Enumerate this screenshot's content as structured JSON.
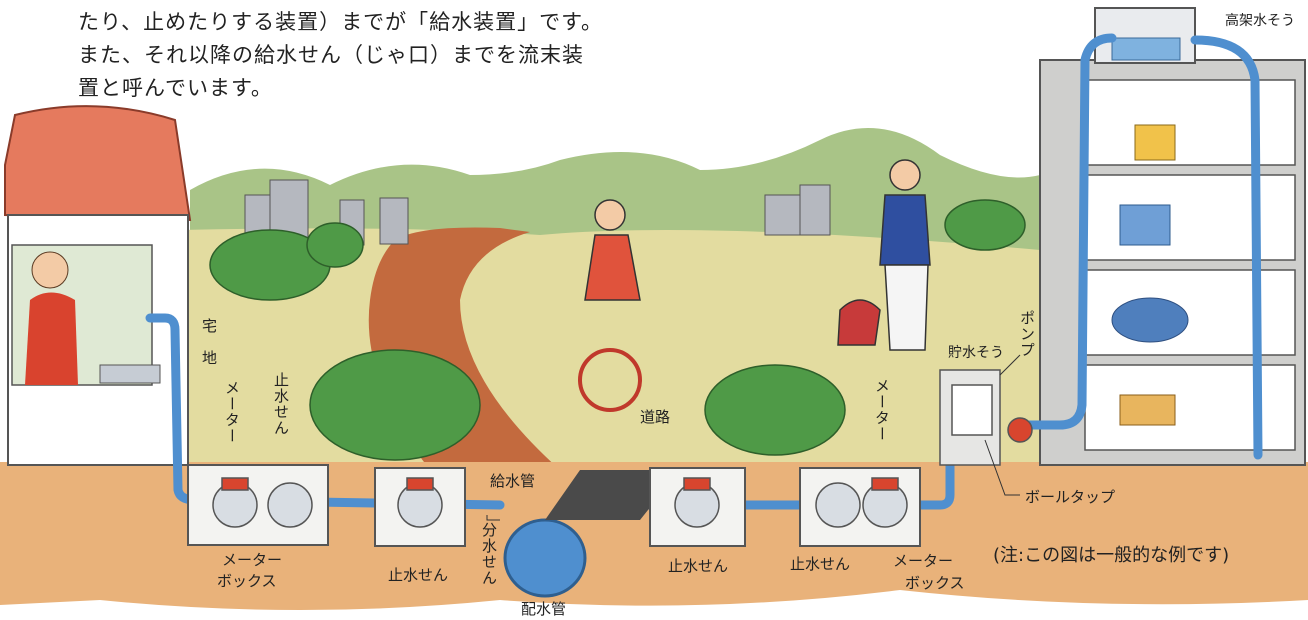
{
  "intro_lines": [
    "たり、止めたりする装置）までが「給水装置」です。",
    "また、それ以降の給水せん（じゃ口）までを流末装",
    "置と呼んでいます。"
  ],
  "labels": {
    "elevated_tank": "高架水そう",
    "residential_land": "宅　地",
    "meter_left": "メーター",
    "stop_valve_left": "止水せん",
    "road": "道路",
    "supply_pipe": "給水管",
    "branch_valve": "分水せん",
    "distribution_main": "配水管",
    "meter_box_left_1": "メーター",
    "meter_box_left_2": "ボックス",
    "stop_valve_bottom_1": "止水せん",
    "stop_valve_bottom_2": "止水せん",
    "stop_valve_bottom_3": "止水せん",
    "meter_box_right_1": "メーター",
    "meter_box_right_2": "ボックス",
    "meter_right": "メーター",
    "storage_tank": "貯水そう",
    "pump": "ポンプ",
    "ball_tap": "ボールタップ",
    "note": "(注:この図は一般的な例です)"
  },
  "colors": {
    "pipe": "#4f8fcf",
    "soil": "#e9b27a",
    "grass": "#e3dca0",
    "road": "#c36a3e",
    "roof": "#e57a5e",
    "building": "#c9c9c7",
    "meter_body": "#d8dde3",
    "meter_cap": "#d8452e",
    "bush": "#4f9a47",
    "hills": "#8fb06a"
  }
}
